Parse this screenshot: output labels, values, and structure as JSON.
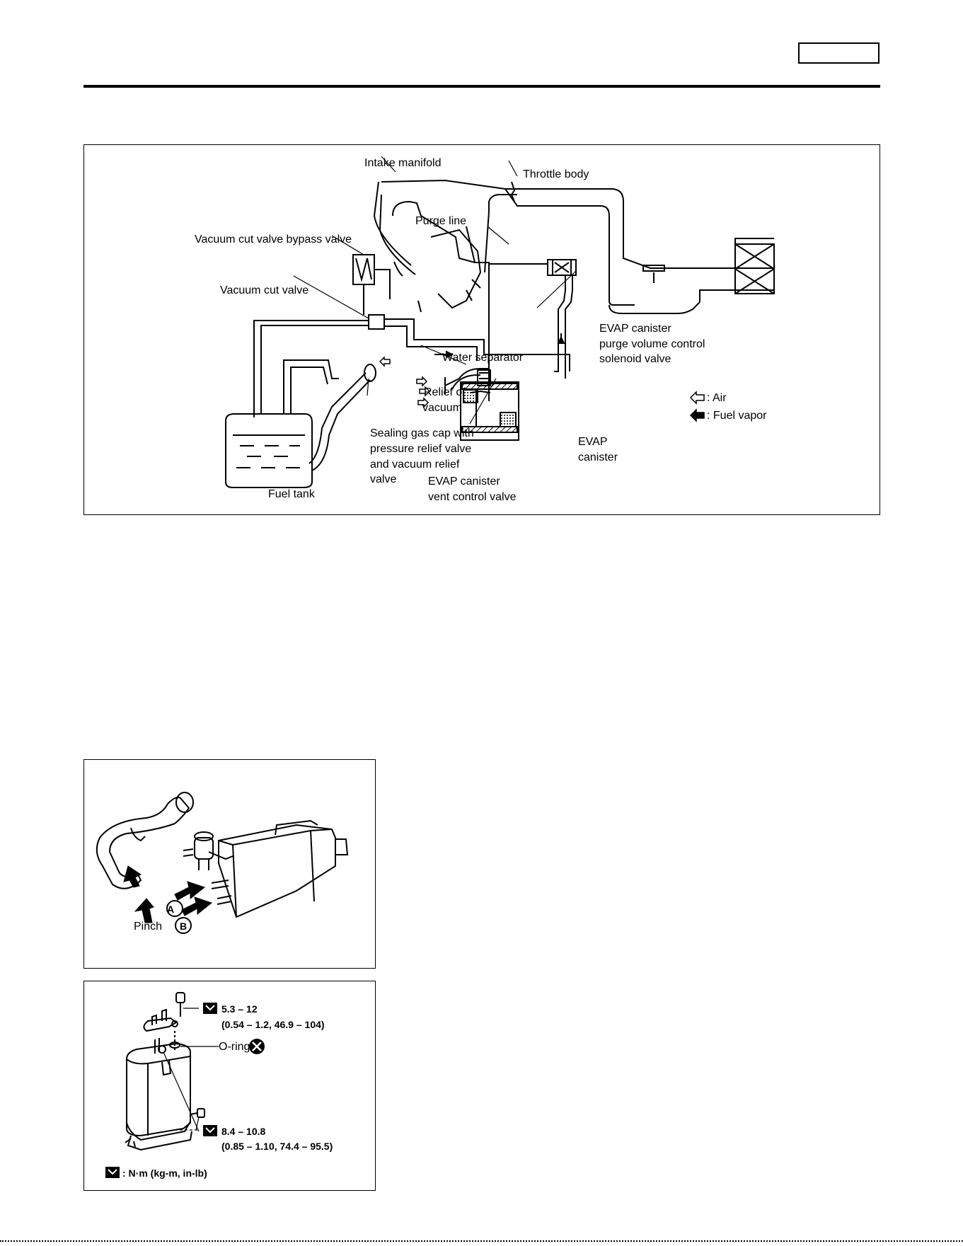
{
  "diagram1": {
    "labels": {
      "intake_manifold": "Intake manifold",
      "throttle_body": "Throttle body",
      "purge_line": "Purge line",
      "vacuum_cut_valve_bypass_valve": "Vacuum cut valve bypass valve",
      "vacuum_cut_valve": "Vacuum cut valve",
      "water_separator": "Water separator",
      "relief_of": "Relief of",
      "vacuum": "vacuum",
      "sealing_gas_cap_1": "Sealing gas cap with",
      "sealing_gas_cap_2": "pressure relief valve",
      "sealing_gas_cap_3": "and vacuum relief",
      "sealing_gas_cap_4": "valve",
      "evap_vent_1": "EVAP canister",
      "evap_vent_2": "vent control valve",
      "fuel_tank": "Fuel tank",
      "evap_purge_1": "EVAP canister",
      "evap_purge_2": "purge volume control",
      "evap_purge_3": "solenoid valve",
      "evap_canister_1": "EVAP",
      "evap_canister_2": "canister"
    },
    "legend": {
      "air": ": Air",
      "fuel_vapor": ": Fuel vapor"
    }
  },
  "diagram2": {
    "pinch": "Pinch",
    "marker_a": "A",
    "marker_b": "B"
  },
  "diagram3": {
    "torque1_value": "5.3 – 12",
    "torque1_detail": "(0.54 – 1.2, 46.9 – 104)",
    "oring": "O-ring",
    "torque2_value": "8.4 – 10.8",
    "torque2_detail": "(0.85 – 1.10, 74.4 – 95.5)",
    "units": ": N·m (kg-m, in-lb)"
  }
}
